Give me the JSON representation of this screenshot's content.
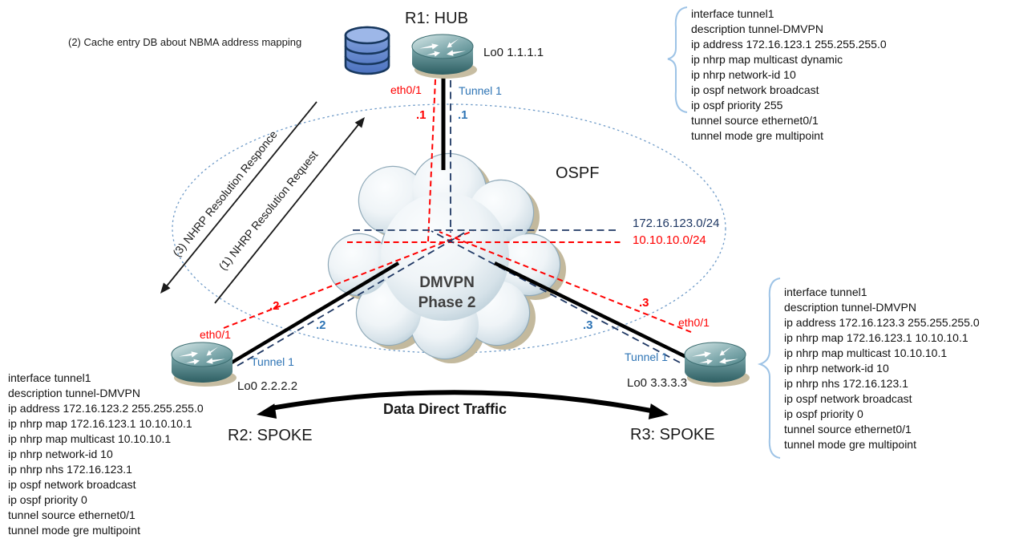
{
  "colors": {
    "red": "#FF0000",
    "tunnel_blue": "#2E74B5",
    "navy": "#1F3864",
    "ellipse_blue": "#6F9BC8",
    "bracket_blue": "#9DC3E6",
    "cloud_stroke": "#90AAB9",
    "router_teal": "#3F7276",
    "db_blue": "#4472C4"
  },
  "annotations": {
    "cache_note": "(2) Cache entry DB about NBMA address mapping",
    "ospf": "OSPF",
    "cloud_line1": "DMVPN",
    "cloud_line2": "Phase 2",
    "tunnel_subnet": "172.16.123.0/24",
    "nbma_subnet": "10.10.10.0/24",
    "nhrp_request": "(1) NHRP Resolution Request",
    "nhrp_response": "(3) NHRP Resolution Responce",
    "data_direct": "Data Direct Traffic"
  },
  "routers": {
    "r1": {
      "title": "R1: HUB",
      "loopback": "Lo0 1.1.1.1",
      "eth": "eth0/1",
      "tunnel": "Tunnel 1",
      "eth_octet": ".1",
      "tunnel_octet": ".1"
    },
    "r2": {
      "title": "R2: SPOKE",
      "loopback": "Lo0 2.2.2.2",
      "eth": "eth0/1",
      "tunnel": "Tunnel 1",
      "eth_octet": ".2",
      "tunnel_octet": ".2"
    },
    "r3": {
      "title": "R3: SPOKE",
      "loopback": "Lo0 3.3.3.3",
      "eth": "eth0/1",
      "tunnel": "Tunnel 1",
      "eth_octet": ".3",
      "tunnel_octet": ".3"
    }
  },
  "configs": {
    "r1": {
      "lines": [
        "interface tunnel1",
        "description tunnel-DMVPN",
        "ip address 172.16.123.1 255.255.255.0",
        "ip nhrp map multicast dynamic",
        "ip nhrp network-id 10",
        "ip ospf network broadcast",
        "ip ospf priority 255",
        "tunnel source ethernet0/1",
        "tunnel mode gre multipoint"
      ]
    },
    "r2": {
      "lines": [
        "interface tunnel1",
        "description tunnel-DMVPN",
        "ip address 172.16.123.2 255.255.255.0",
        "ip nhrp map 172.16.123.1 10.10.10.1",
        "ip nhrp map multicast 10.10.10.1",
        "ip nhrp network-id 10",
        "ip nhrp nhs 172.16.123.1",
        "ip ospf network broadcast",
        "ip ospf priority 0",
        "tunnel source ethernet0/1",
        "tunnel mode gre multipoint"
      ]
    },
    "r3": {
      "lines": [
        "interface tunnel1",
        "description tunnel-DMVPN",
        "ip address 172.16.123.3 255.255.255.0",
        "ip nhrp map 172.16.123.1 10.10.10.1",
        "ip nhrp map multicast 10.10.10.1",
        "ip nhrp network-id 10",
        "ip nhrp nhs 172.16.123.1",
        "ip ospf network broadcast",
        "ip ospf priority 0",
        "tunnel source ethernet0/1",
        "tunnel mode gre multipoint"
      ]
    }
  }
}
